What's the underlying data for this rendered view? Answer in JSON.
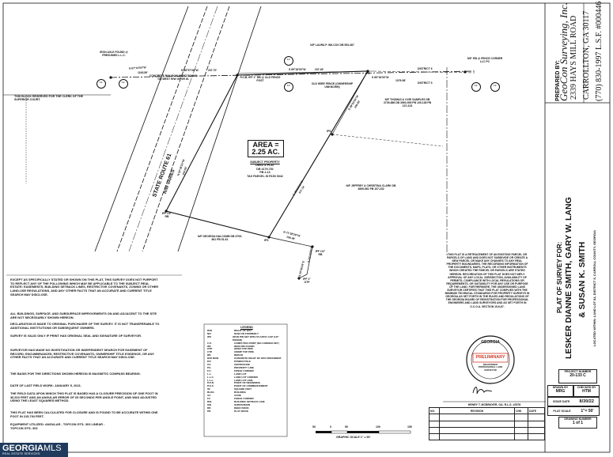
{
  "surveyor": {
    "prepared_by": "PREPARED BY:",
    "company": "GeoCon Surveying, Inc.",
    "address_1": "2339 HAYS MILL ROAD",
    "address_2": "CARROLLTON, GA 30117",
    "phone": "(770) 830-1997   L.S.F. #000446"
  },
  "plat_title": {
    "line1": "PLAT OF SURVEY FOR:",
    "line2": "LESKER DIANNE SMITH, GARY W. LANG",
    "line3": "& SUSAN K. SMITH",
    "location": "LOCATED WITHIN: LAND LOT 81, DISTRICT 5, CARROLL COUNTY, GEORGIA"
  },
  "clerk_block": "THIS BLOCK RESERVED FOR THE CLERK OF THE SUPERIOR COURT.",
  "area": {
    "label": "AREA =",
    "value": "2.25 AC.",
    "subject": "SUBJECT PROPERTY",
    "deed": "DEED & PLAT",
    "db": "DB 4179-752",
    "pb": "PB 2-13",
    "parcel": "TAX PARCEL ID R153 0042"
  },
  "road": {
    "name": "STATE ROUTE 61",
    "rw": "R/W VARIES"
  },
  "labels": {
    "iron_axle": "IRON AXLE FOUND @ PRESUMED L.L.C.",
    "concrete_monument": "CONCRETE R/W MONUMENT FOUND ON WEST R/W OF SR 61",
    "pob": "P.O.B. IPF 1\" RB @ OLD FENCE POST",
    "wilcox": "N/F LAURA P. WILCOX DB 553-367",
    "old_fence": "OLD WIRE FENCE (OWNERSHIP UNKNOWN)",
    "district_6": "DISTRICT 6",
    "district_5": "DISTRICT 5",
    "lll_corner": "5/8\" RB @ FENCE CORNER LLC PC",
    "samples": "N/F THOMAS & OVIE SAMPLES DB 3709-886 DB 3960-905 PB 105-138 PB 107-223",
    "clark": "N/F JEFFREY & CHRISTINA CLARK DB 3899-561 PB 107-232",
    "halcomb": "N/F GEORGIA HALCOMB DB 3705-861 PB 51-61",
    "ipf_half": "IPF 1/2\" RB",
    "ips": "IPS",
    "ipf_otp": "IPF 1\" OTP",
    "ipf_rb": "IPF 1/2\" RB",
    "iron_pin_road": "6 IRON PIN ROAD"
  },
  "bearings": {
    "b1": "N 67°14'54\"W",
    "b1d": "1163.59'",
    "b2": "N 88°57'08\"W",
    "b2d": "207.70'",
    "b3": "S 89°18'00\"W",
    "b3d": "237.49'",
    "b4": "S 89°18'00\"W",
    "b4d": "1076.98'",
    "b5": "S 38°02'55\"W",
    "b5d": "109.83'",
    "b6": "S 38°02'55\"W",
    "b6d": "377.74'",
    "b7": "N 71°28'29\"W",
    "b7d": "156.48'",
    "b8": "S 15°10'55\"E",
    "b8d": "118.30'",
    "b9": "S 20°35'24\"E",
    "b9d": "94.73'",
    "rw1": "N 20°35'24\"W",
    "rw1d": "244.53'"
  },
  "notes": [
    "EXCEPT AS SPECIFICALLY STATED OR SHOWN ON THIS PLAT, THIS SURVEY DOES NOT PURPORT TO REFLECT ANY OF THE FOLLOWING WHICH MAY BE APPLICABLE TO THE SUBJECT REAL ESTATE: EASEMENTS, BUILDING SETBACK LINES, RESTRICTIVE COVENANTS, ZONING OR OTHER LAND-USE REGULATIONS, AND ANY OTHER FACTS THAT AN ACCURATE AND CURRENT TITLE SEARCH MAY DISCLOSE.",
    "ALL BUILDINGS, SURFACE, AND SUBSURFACE IMPROVEMENTS ON AND ADJACENT TO THE SITE ARE NOT NECESSARILY SHOWN HEREON.",
    "DECLARATION IS MADE TO ORIGINAL PURCHASER OF THE SURVEY. IT IS NOT TRANSFERABLE TO ADDITIONAL INSTITUTIONS OR SUBSEQUENT OWNERS.",
    "SURVEY IS VALID ONLY IF PRINT HAS ORIGINAL SEAL AND SIGNATURE OF SURVEYOR.",
    "SURVEYOR HAS MADE NO INVESTIGATION OR INDEPENDENT SEARCH FOR EASEMENT OF RECORD, ENCUMBRANCES, RESTRICTIVE COVENANTS, OWNERSHIP TITLE EVIDENCE, OR ANY OTHER FACTS THAT AN ACCURATE AND CURRENT TITLE SEARCH MAY DISCLOSE.",
    "THE BASIS FOR THE DIRECTIONS SHOWN HEREON IS MAGNETIC COMPASS BEARING.",
    "DATE OF LAST FIELD WORK: JANUARY 5, 2021.",
    "THE FIELD DATA UPON WHICH THIS PLAT IS BASED HAS A CLOSURE PRECISION OF ONE FOOT IN 36,510 FEET AND AN ANGULAR ERROR OF 05 SECONDS PER ANGLE POINT, AND WAS ADJUSTED USING THE LEAST SQUARES METHOD.",
    "THIS PLAT HAS BEEN CALCULATED FOR CLOSURE AND IS FOUND TO BE ACCURATE WITHIN ONE FOOT IN 215,793 FEET.",
    "EQUIPMENT UTILIZED: ANGULAR - TOPCON GTS- 303 LINEAR - TOPCON GTS- 303"
  ],
  "statement": "THIS PLAT IS A RETRACEMENT OF AN EXISTING PARCEL OR PARCELS OF LAND AND DOES NOT SUBDIVIDE OR CREATE A NEW PARCEL OR MAKE ANY CHANGES TO ANY REAL PROPERTY BOUNDARIES. THE RECORDING INFORMATION OF THE DOCUMENTS, MAPS, PLATS, OR OTHER INSTRUMENTS WHICH CREATED THE PARCEL OR PARCELS ARE STATED HEREON. RECORDATION OF THIS PLAT DOES NOT IMPLY APPROVAL OF ANY LOCAL JURISDICTION, AVAILABILITY OF PERMITS, COMPLIANCE WITH LOCAL REGULATIONS OR REQUIREMENTS, OR SUITABILITY FOR ANY USE OR PURPOSE OF THE LAND. FURTHERMORE, THE UNDERSIGNED LAND SURVEYOR CERTIFIES THAT THIS PLAT COMPLIES WITH THE MINIMUM TECHNICAL STANDARDS FOR PROPERTY SURVEYS IN GEORGIA AS SET FORTH IN THE RULES AND REGULATIONS OF THE GEORGIA BOARD OF REGISTRATION FOR PROFESSIONAL ENGINEERS AND LAND SURVEYORS AND AS SET FORTH IN O.C.G.A. SECTION 15-6-67.",
  "legend": {
    "title": "LEGEND",
    "items": [
      [
        "R/W",
        "RIGHT OF WAY"
      ],
      [
        "N/F",
        "NOW OR FORMERLY"
      ],
      [
        "IPS",
        "IRON PIN SET WITH PLASTIC CAP (1/2\" REBAR)"
      ],
      [
        "C.P.",
        "COMPUTED POINT (NO CORNER SET)"
      ],
      [
        "IPF",
        "IRON PIN FOUND"
      ],
      [
        "OTP",
        "OPEN TOP PIPE"
      ],
      [
        "CTP",
        "CRIMP TOP PIPE"
      ],
      [
        "RB",
        "REBAR"
      ],
      [
        "R/W MON",
        "CONCRETE RIGHT OF WAY MONUMENT"
      ],
      [
        "P.P.",
        "POWER POLE"
      ],
      [
        "C/L",
        "CENTERLINE"
      ],
      [
        "P/L",
        "PROPERTY LINE"
      ],
      [
        "F.C.",
        "FENCE CORNER"
      ],
      [
        "L.L.",
        "LAND LOT"
      ],
      [
        "L.L.C.",
        "LAND LOT CORNER"
      ],
      [
        "L.L.L.",
        "LAND LOT LINE"
      ],
      [
        "P.O.B.",
        "POINT OF BEGINNING"
      ],
      [
        "P.O.C.",
        "POINT OF COMMENCEMENT"
      ],
      [
        "SF",
        "SQUARE FEET"
      ],
      [
        "BLDG",
        "BUILDING"
      ],
      [
        "AC",
        "ACRE"
      ],
      [
        "FC",
        "FENCE CORNER"
      ],
      [
        "BSL",
        "BUILDING SETBACK LINE"
      ],
      [
        "S/D",
        "SUBDIVISION"
      ],
      [
        "DB",
        "DEED BOOK"
      ],
      [
        "PB",
        "PLAT BOOK"
      ]
    ]
  },
  "seal": {
    "state": "GEORGIA",
    "stamp": "PRELIMINARY",
    "ring": "REGISTERED PROFESSIONAL LAND SURVEYOR"
  },
  "signature_line": "HENRY T. MCBRAYER,   GA.    R.L.S.  #2578",
  "revision_table": {
    "headers": [
      "NO.",
      "REVISION",
      "CHK",
      "DATE"
    ]
  },
  "title_block": {
    "project_label": "PROJECT NUMBER",
    "project_value": "20-133 C",
    "drawn_label": "DRAWN BY",
    "drawn_value": "MRG",
    "checked_label": "CHECKED BY",
    "checked_value": "HTM",
    "issue_label": "ISSUE DATE",
    "issue_value": "8/30/22",
    "scale_label": "PLAT SCALE",
    "scale_value": "1\"= 50'",
    "sheet_label": "DRAWING NUMBER",
    "sheet_value": "1 of 1"
  },
  "scale_bar": {
    "ticks": [
      "50",
      "0",
      "50",
      "100",
      "150"
    ],
    "caption": "GRAPHIC SCALE 1\" = 50'"
  },
  "watermark": {
    "brand": "GEORGIA",
    "suffix": "MLS",
    "tagline": "REAL ESTATE SERVICES"
  },
  "colors": {
    "ink": "#111111",
    "seal_red": "#d23a2a",
    "watermark_bg": "#1f3a5c"
  }
}
